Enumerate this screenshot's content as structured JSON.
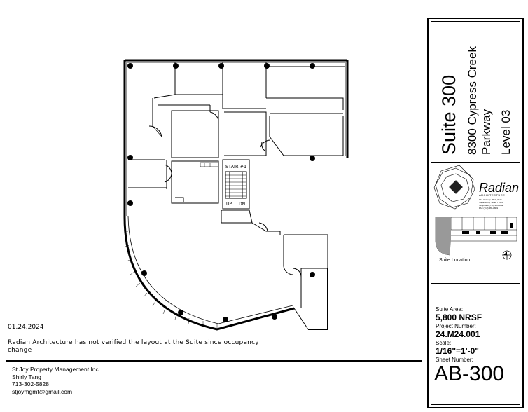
{
  "plan": {
    "stair_label": "STAIR #1",
    "up_label": "UP",
    "dn_label": "DN"
  },
  "notes": {
    "date": "01.24.2024",
    "disclaimer": "Radian Architecture has not verified the layout at the Suite since occupancy change"
  },
  "contact": {
    "company": "St Joy Property Management Inc.",
    "name": "Shirly Tang",
    "phone": "713-302-5828",
    "email": "stjoymgmt@gmail.com"
  },
  "title_block": {
    "suite": "Suite 300",
    "address_line1": "8300 Cypress Creek",
    "address_line2": "Parkway",
    "level": "Level  03",
    "logo_name": "Radian",
    "logo_sub": "ARCHITECTURE",
    "logo_small_lines": [
      "124 Heritage Blvd., Suite",
      "Sugar Land, Texas 77478",
      "Telephone (713) 465-8888",
      "FAX (713) 465-8889"
    ],
    "suite_location_label": "Suite Location:",
    "suite_area_label": "Suite Area:",
    "suite_area_value": "5,800 NRSF",
    "project_number_label": "Project Number:",
    "project_number_value": "24.M24.001",
    "scale_label": "Scale:",
    "scale_value": "1/16\"=1'-0\"",
    "sheet_number_label": "Sheet Number:",
    "sheet_number_value": "AB-300"
  }
}
